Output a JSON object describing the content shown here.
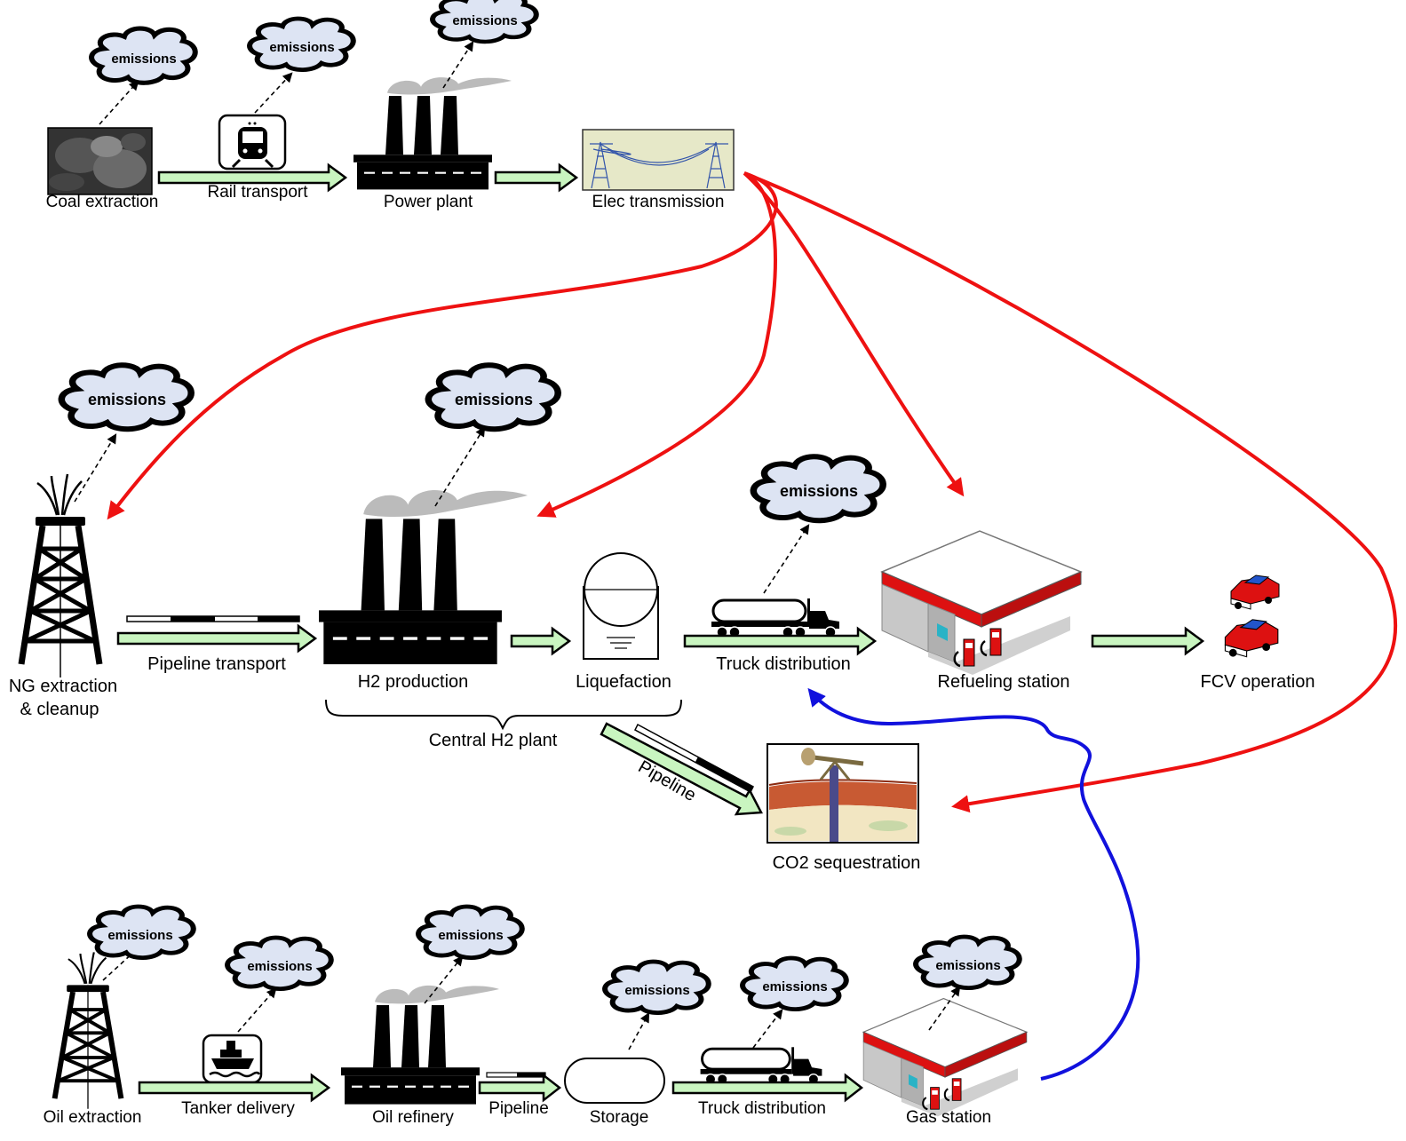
{
  "emissions_label": "emissions",
  "labels": {
    "coal_extraction": "Coal extraction",
    "rail_transport": "Rail transport",
    "power_plant": "Power plant",
    "elec_transmission": "Elec transmission",
    "ng_extraction_1": "NG extraction",
    "ng_extraction_2": "& cleanup",
    "pipeline_transport": "Pipeline transport",
    "h2_production": "H2 production",
    "liquefaction": "Liquefaction",
    "truck_distribution": "Truck distribution",
    "refueling_station": "Refueling station",
    "fcv_operation": "FCV operation",
    "central_h2_plant": "Central H2 plant",
    "pipeline_diag": "Pipeline",
    "co2_sequestration": "CO2 sequestration",
    "oil_extraction": "Oil extraction",
    "tanker_delivery": "Tanker delivery",
    "oil_refinery": "Oil refinery",
    "pipeline_small": "Pipeline",
    "storage": "Storage",
    "truck_distribution_oil": "Truck distribution",
    "gas_station": "Gas station"
  },
  "colors": {
    "flow_arrow_fill": "#c9f5c0",
    "electricity_link": "#ee1111",
    "gasoline_link": "#1111dd",
    "emissions_cloud": "#dde4f3",
    "station_roof": "#dd1111",
    "smoke": "#bbbbbb"
  },
  "icons": {
    "coal": "coal-pile-photo",
    "rail": "train-icon",
    "plant": "factory-icon",
    "transmission": "power-tower-icon",
    "rig": "oil-rig-icon",
    "tank": "storage-tank-icon",
    "truck": "tanker-truck-icon",
    "station": "gas-station-icon",
    "car": "car-icon",
    "ship": "ship-icon",
    "sequestration": "pumpjack-icon"
  }
}
